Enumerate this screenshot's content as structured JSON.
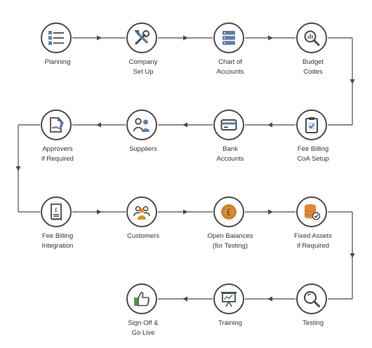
{
  "steps": [
    {
      "label": "Planning",
      "icon": "list-icon"
    },
    {
      "label": "Company\nSet Up",
      "icon": "tools-icon"
    },
    {
      "label": "Chart of\nAccounts",
      "icon": "server-stack-icon"
    },
    {
      "label": "Budget\nCodes",
      "icon": "chart-magnifier-icon"
    },
    {
      "label": "Fee Billing\nCoA Setup",
      "icon": "clipboard-check-icon"
    },
    {
      "label": "Bank\nAccounts",
      "icon": "credit-card-icon"
    },
    {
      "label": "Suppliers",
      "icon": "users-icon"
    },
    {
      "label": "Approvers\nif Required",
      "icon": "signed-document-icon"
    },
    {
      "label": "Fee Billing\nIntegration",
      "icon": "pound-receipt-icon"
    },
    {
      "label": "Customers",
      "icon": "group-icon"
    },
    {
      "label": "Open Balances\n(for Testing)",
      "icon": "pound-coin-icon"
    },
    {
      "label": "Fixed Assets\nif Required",
      "icon": "database-check-icon"
    },
    {
      "label": "Testing",
      "icon": "magnifier-icon"
    },
    {
      "label": "Training",
      "icon": "presentation-board-icon"
    },
    {
      "label": "Sign Off &\nGo Live",
      "icon": "thumbs-up-icon"
    }
  ],
  "colors": {
    "stroke": "#4a4a4a",
    "blue": "#5b7fa8",
    "orange": "#e08a2c",
    "green": "#4c9a55",
    "brown": "#b5733a",
    "text": "#333333"
  }
}
